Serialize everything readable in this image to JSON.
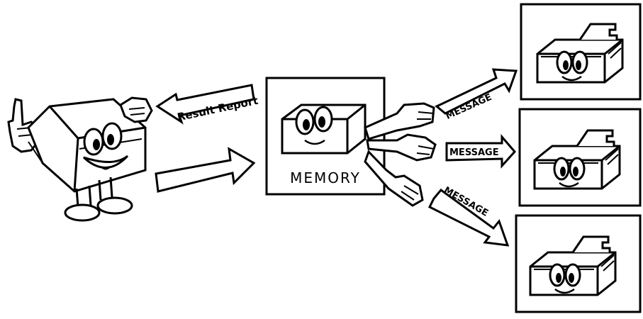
{
  "labels": {
    "result_report": "Result Report",
    "memory": "MEMORY",
    "message_top": "MESSAGE",
    "message_middle": "MESSAGE",
    "message_bottom": "MESSAGE"
  },
  "colors": {
    "ink": "#000000",
    "paper": "#ffffff"
  }
}
